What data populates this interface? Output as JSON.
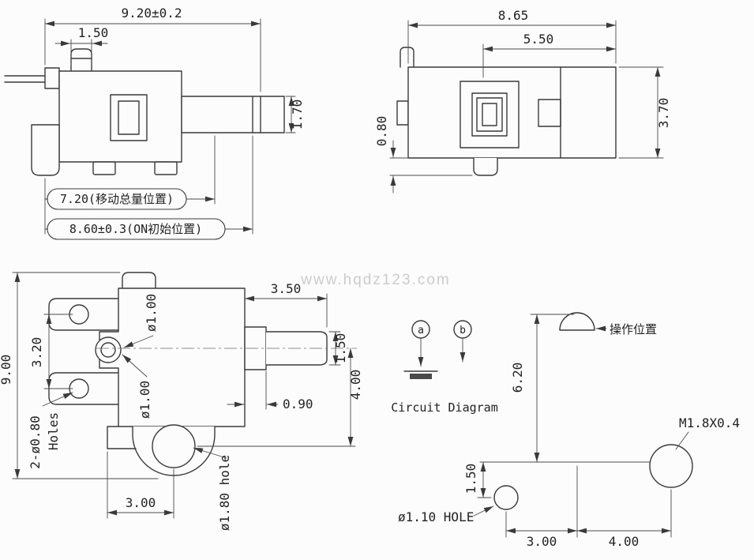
{
  "watermark": "www.hqdz123.com",
  "side_view": {
    "overall_length": "9.20±0.2",
    "button_width": "1.50",
    "plunger_dia": "1.70",
    "travel_position": "7.20(移动总量位置)",
    "initial_position": "8.60±0.3(ON初始位置)"
  },
  "top_view": {
    "overall_width": "8.65",
    "inner_width": "5.50",
    "body_depth": "3.70",
    "tab_height": "0.80"
  },
  "front_view": {
    "overall_height": "9.00",
    "hole_pitch": "3.20",
    "hole_dia_upper": "ø1.00",
    "hole_dia_lower": "ø1.00",
    "plunger_length": "3.50",
    "plunger_dia": "1.50",
    "axis_offset": "4.00",
    "flange_width": "0.90",
    "holes_note_line1": "2-ø0.80",
    "holes_note_line2": "Holes",
    "hole_offset_x": "3.00",
    "big_hole_note": "ø1.80 hole"
  },
  "circuit_diagram": {
    "terminal_a": "a",
    "terminal_b": "b",
    "caption": "Circuit Diagram"
  },
  "pcb_layout": {
    "operation_position": "操作位置",
    "vertical_distance": "6.20",
    "thread_spec": "M1.8X0.4",
    "hole_offset_y": "1.50",
    "small_hole_note": "ø1.10 HOLE",
    "pitch_left": "3.00",
    "pitch_right": "4.00"
  },
  "colors": {
    "line": "#3a3a3a",
    "text": "#222222",
    "watermark": "#cccccc",
    "background": "#fcfcfc"
  }
}
